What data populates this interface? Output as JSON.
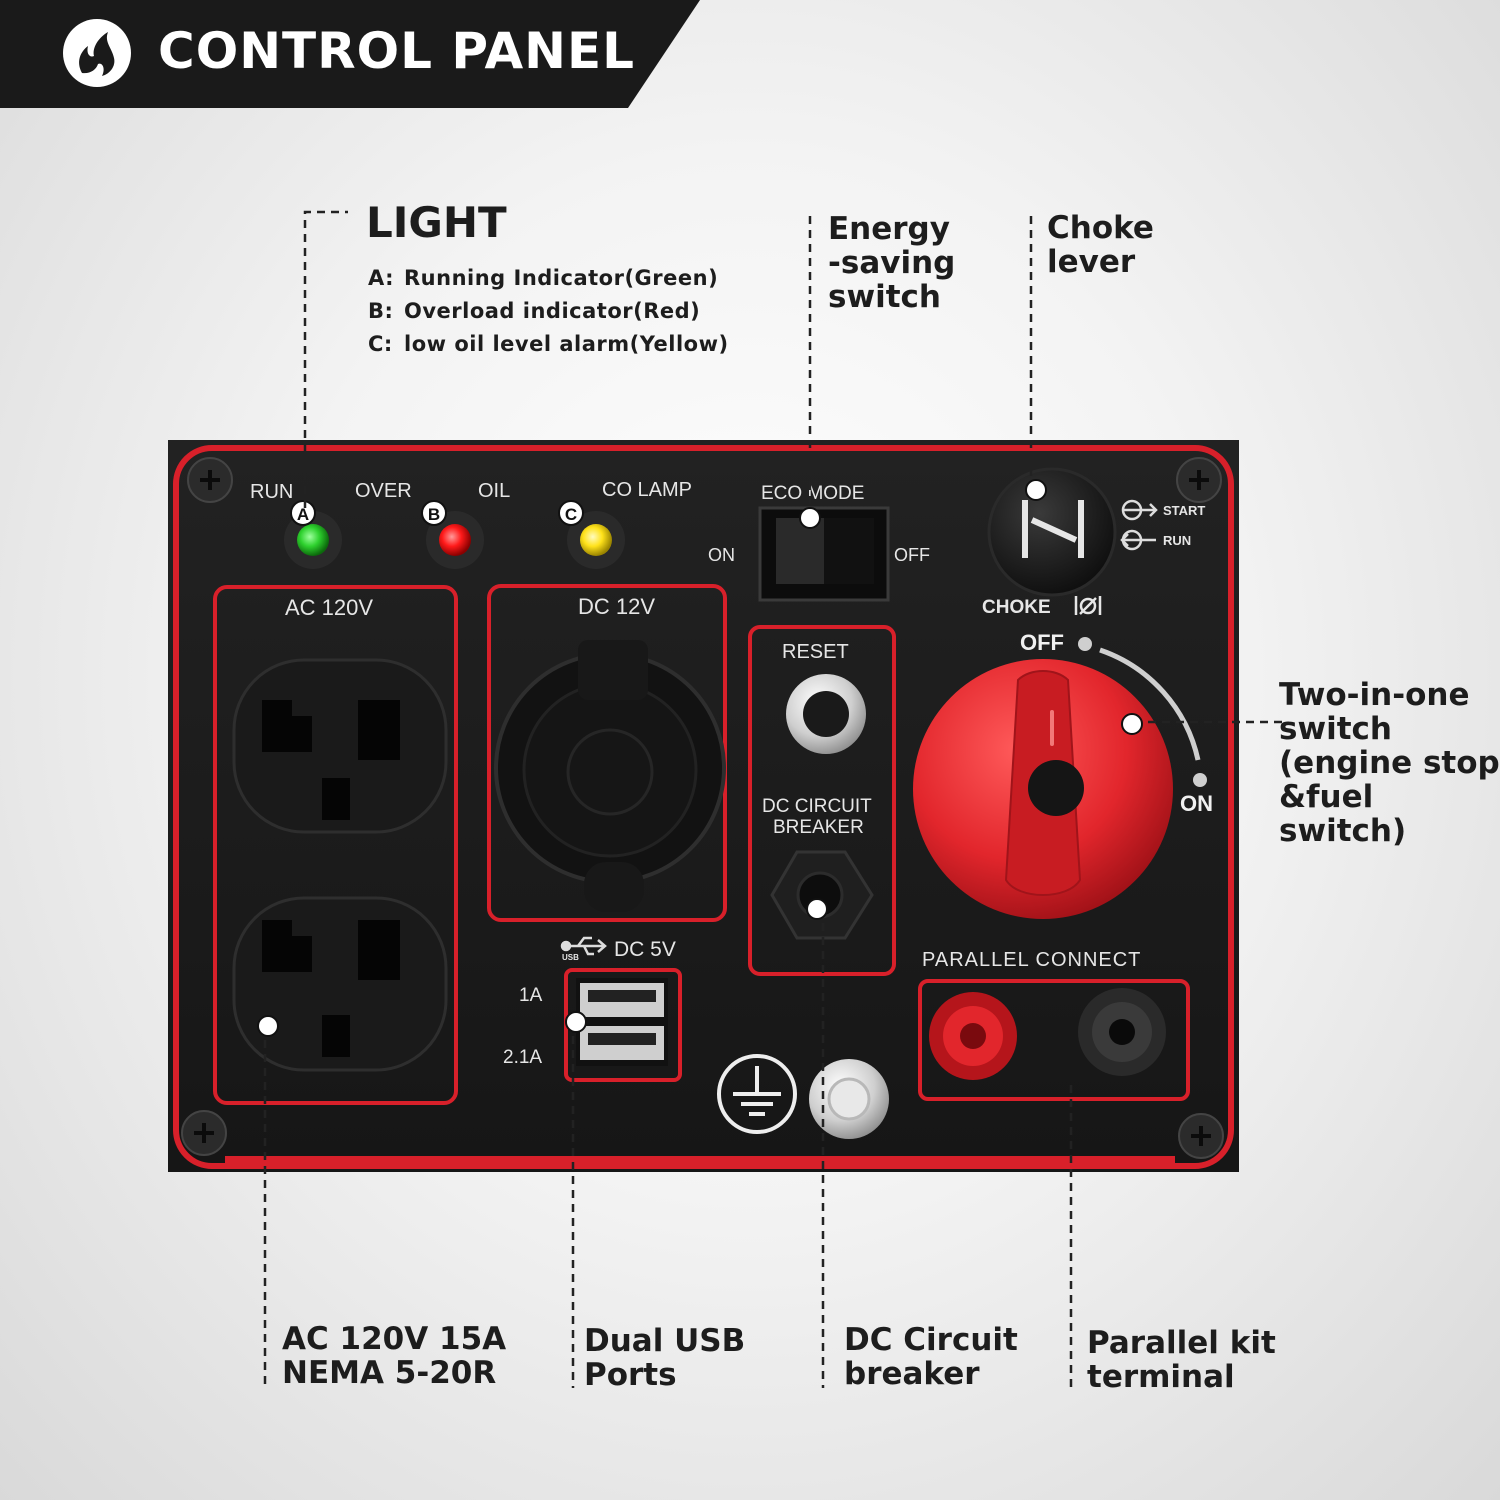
{
  "header": {
    "title": "CONTROL PANEL",
    "logo_icon": "flame-logo-icon"
  },
  "light": {
    "title": "LIGHT",
    "items": [
      {
        "key": "A:",
        "text": "Running Indicator(Green)"
      },
      {
        "key": "B:",
        "text": "Overload indicator(Red)"
      },
      {
        "key": "C:",
        "text": "low oil level alarm(Yellow)"
      }
    ]
  },
  "callouts": {
    "energy": "Energy\n-saving\nswitch",
    "choke": "Choke\nlever",
    "two_in_one": "Two-in-one\nswitch\n(engine stop\n&fuel switch)",
    "ac": "AC 120V 15A\nNEMA 5-20R",
    "usb": "Dual USB\n Ports",
    "dc_breaker": "DC Circuit\nbreaker",
    "parallel": "Parallel kit\nterminal"
  },
  "panel": {
    "run": "RUN",
    "over": "OVER",
    "oil": "OIL",
    "co_lamp": "CO LAMP",
    "marker_a": "A",
    "marker_b": "B",
    "marker_c": "C",
    "eco_mode": "ECO MODE",
    "eco_on": "ON",
    "eco_off": "OFF",
    "start": "START",
    "run_choke": "RUN",
    "choke": "CHOKE",
    "ac_120v": "AC 120V",
    "dc_12v": "DC 12V",
    "reset": "RESET",
    "dc_circuit": "DC CIRCUIT",
    "breaker": "BREAKER",
    "dc_5v": "DC 5V",
    "usb_1a": "1A",
    "usb_21a": "2.1A",
    "usb_tag": "USB",
    "switch_off": "OFF",
    "switch_on": "ON",
    "parallel_connect": "PARALLEL  CONNECT"
  },
  "colors": {
    "panel": "#1c1c1c",
    "trim": "#d8202a",
    "knob": "#e2262c",
    "led_green": "#2ed12e",
    "led_red": "#ff1a1a",
    "led_yellow": "#ffe21a"
  }
}
